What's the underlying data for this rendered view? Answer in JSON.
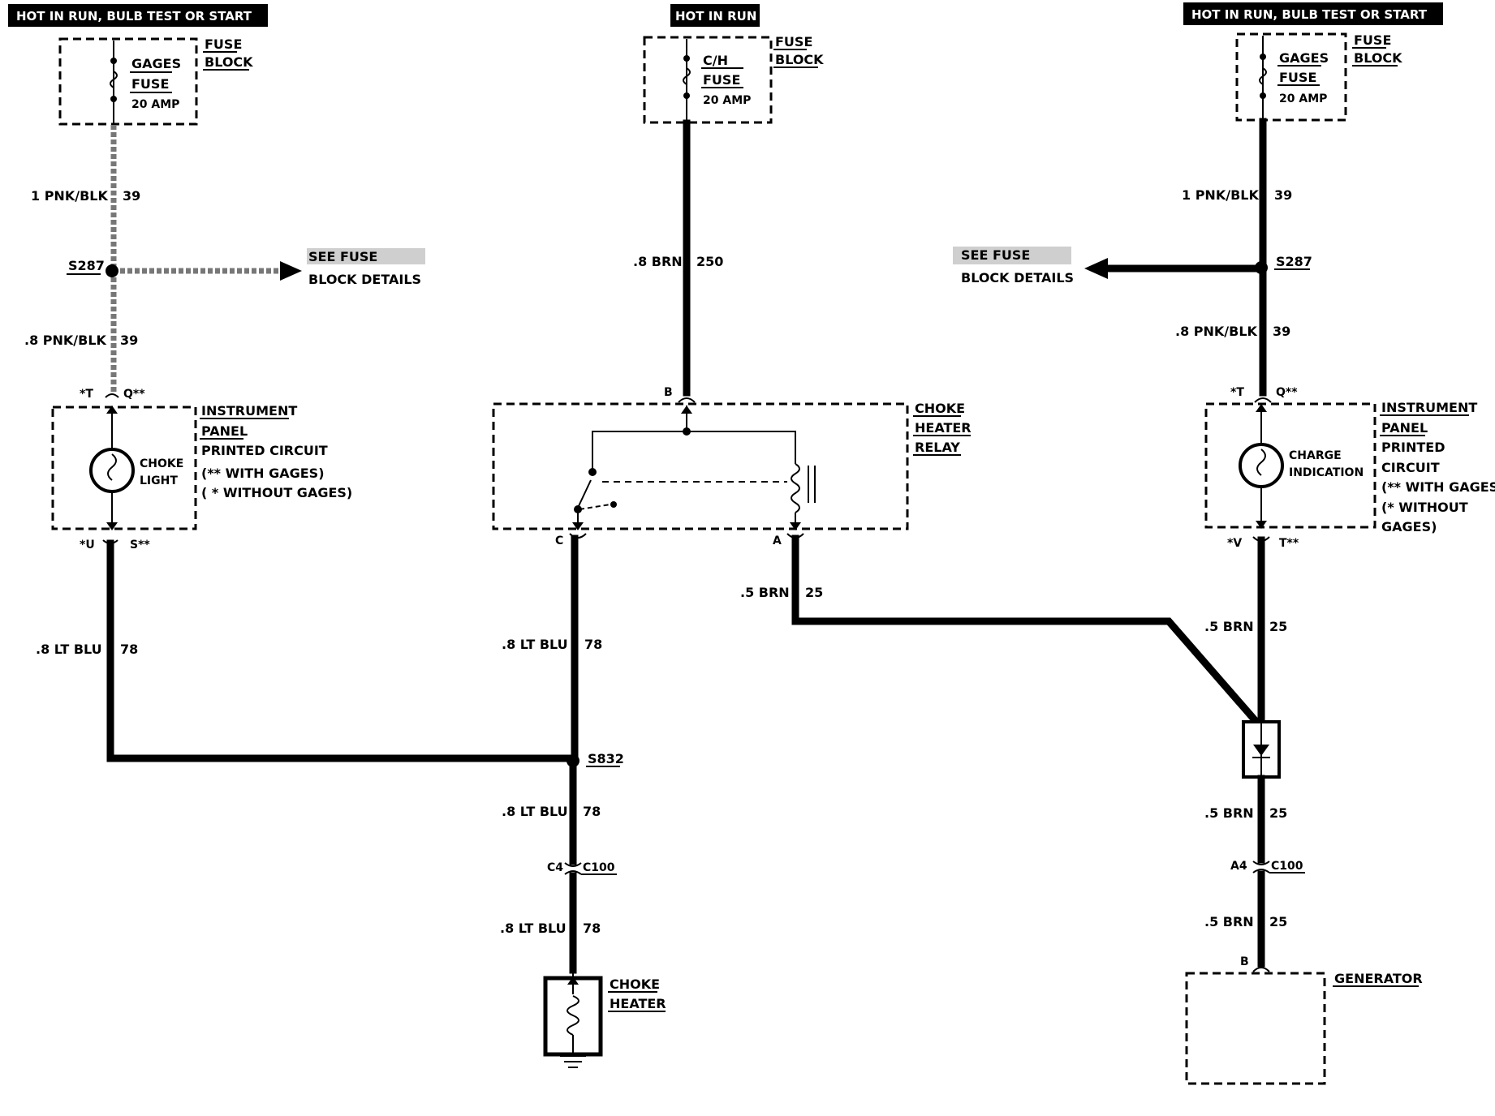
{
  "circuits": {
    "left": {
      "header": "HOT IN RUN, BULB TEST OR START",
      "fuse_block": {
        "label1": "FUSE",
        "label2": "BLOCK",
        "fuse_name": "GAGES",
        "fuse_word": "FUSE",
        "rating": "20 AMP"
      },
      "wire_top": {
        "gauge_color": "1 PNK/BLK",
        "circuit": "39"
      },
      "splice": "S287",
      "see_fuse": {
        "line1": "SEE FUSE",
        "line2": "BLOCK DETAILS"
      },
      "wire_mid": {
        "gauge_color": ".8 PNK/BLK",
        "circuit": "39"
      },
      "panel_pins_top": {
        "left": "*T",
        "right": "Q**"
      },
      "panel": {
        "l1": "INSTRUMENT",
        "l2": "PANEL",
        "l3": "PRINTED CIRCUIT",
        "l4": "(** WITH GAGES)",
        "l5": "( * WITHOUT GAGES)"
      },
      "lamp": {
        "l1": "CHOKE",
        "l2": "LIGHT"
      },
      "panel_pins_bottom": {
        "left": "*U",
        "right": "S**"
      },
      "wire_bottom": {
        "gauge_color": ".8 LT BLU",
        "circuit": "78"
      }
    },
    "center": {
      "header": "HOT IN RUN",
      "fuse_block": {
        "label1": "FUSE",
        "label2": "BLOCK",
        "fuse_name": "C/H",
        "fuse_word": "FUSE",
        "rating": "20 AMP"
      },
      "wire_top": {
        "gauge_color": ".8 BRN",
        "circuit": "250"
      },
      "relay_pin_top": "B",
      "relay": {
        "l1": "CHOKE",
        "l2": "HEATER",
        "l3": "RELAY"
      },
      "relay_pin_c": "C",
      "relay_pin_a": "A",
      "wire_a": {
        "gauge_color": ".5 BRN",
        "circuit": "25"
      },
      "wire_c": {
        "gauge_color": ".8 LT BLU",
        "circuit": "78"
      },
      "splice": "S832",
      "wire_c2": {
        "gauge_color": ".8 LT BLU",
        "circuit": "78"
      },
      "connector": {
        "pin": "C4",
        "name": "C100"
      },
      "wire_c3": {
        "gauge_color": ".8 LT BLU",
        "circuit": "78"
      },
      "heater": {
        "l1": "CHOKE",
        "l2": "HEATER"
      }
    },
    "right": {
      "header": "HOT IN RUN, BULB TEST OR START",
      "fuse_block": {
        "label1": "FUSE",
        "label2": "BLOCK",
        "fuse_name": "GAGES",
        "fuse_word": "FUSE",
        "rating": "20 AMP"
      },
      "wire_top": {
        "gauge_color": "1 PNK/BLK",
        "circuit": "39"
      },
      "splice": "S287",
      "see_fuse": {
        "line1": "SEE FUSE",
        "line2": "BLOCK DETAILS"
      },
      "wire_mid": {
        "gauge_color": ".8 PNK/BLK",
        "circuit": "39"
      },
      "panel_pins_top": {
        "left": "*T",
        "right": "Q**"
      },
      "panel": {
        "l1": "INSTRUMENT",
        "l2": "PANEL",
        "l3": "PRINTED",
        "l4": "CIRCUIT",
        "l5": "(** WITH GAGES)",
        "l6": "(* WITHOUT",
        "l7": "GAGES)"
      },
      "lamp": {
        "l1": "CHARGE",
        "l2": "INDICATION"
      },
      "panel_pins_bottom": {
        "left": "*V",
        "right": "T**"
      },
      "wire_bottom": {
        "gauge_color": ".5 BRN",
        "circuit": "25"
      },
      "wire_after_diode": {
        "gauge_color": ".5 BRN",
        "circuit": "25"
      },
      "connector": {
        "pin": "A4",
        "name": "C100"
      },
      "wire_gen": {
        "gauge_color": ".5 BRN",
        "circuit": "25"
      },
      "gen_pin": "B",
      "generator": "GENERATOR"
    }
  }
}
